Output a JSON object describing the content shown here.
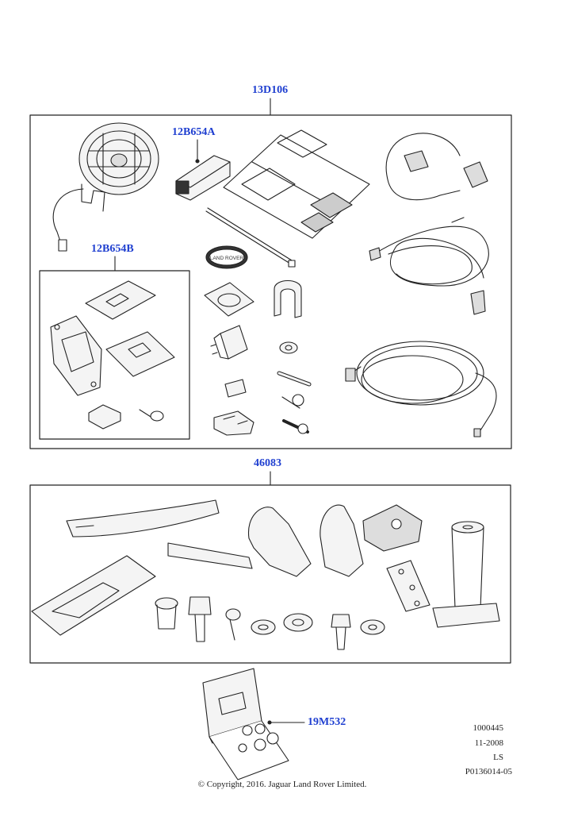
{
  "callouts": {
    "top_kit": "13D106",
    "sub_a": "12B654A",
    "sub_b": "12B654B",
    "bottom_kit": "46083",
    "bulb_kit": "19M532"
  },
  "meta": {
    "ref": "1000445",
    "date": "11-2008",
    "code": "LS",
    "illustration": "P0136014-05"
  },
  "badge_text": "LAND ROVER",
  "copyright": "© Copyright, 2016. Jaguar Land Rover Limited.",
  "colors": {
    "callout": "#1f3fd0",
    "line": "#222222",
    "fill": "#f2f2f2"
  }
}
